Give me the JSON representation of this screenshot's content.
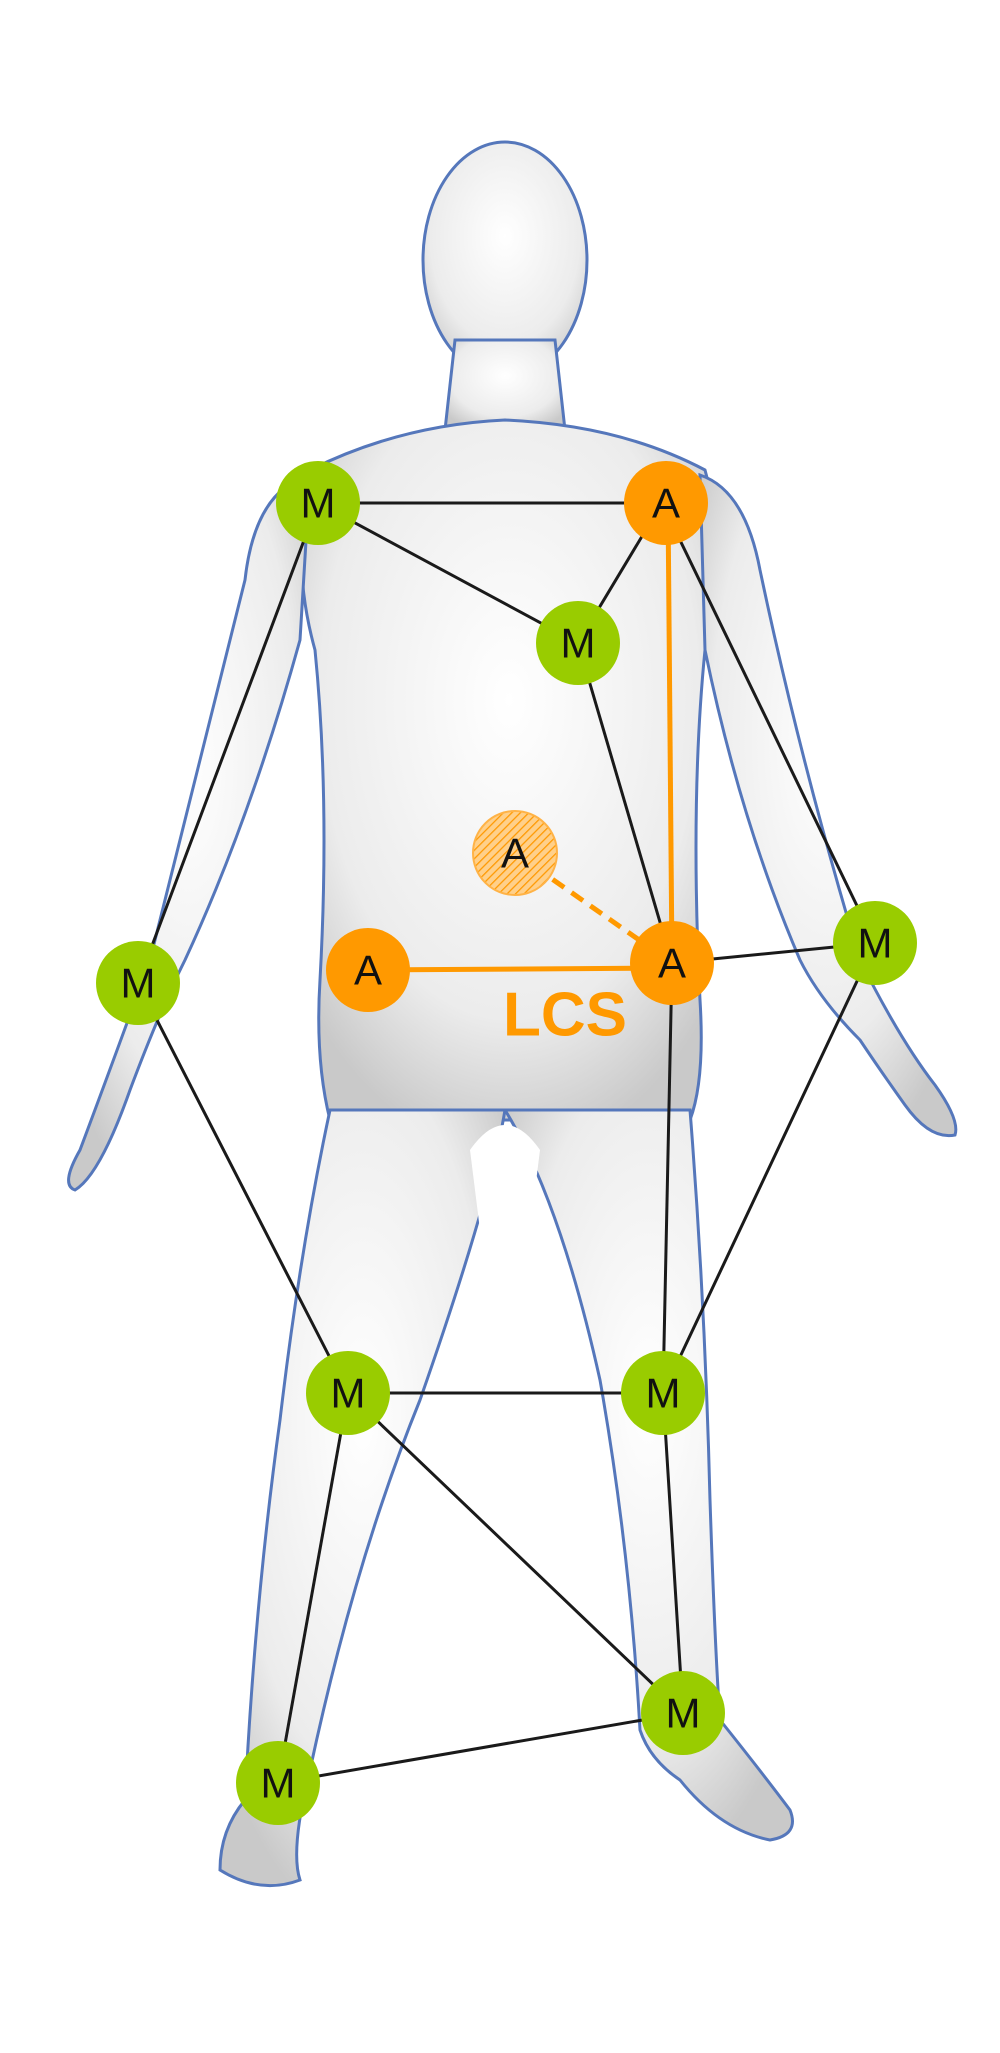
{
  "colors": {
    "marker_fill": "#99cc00",
    "anatomical_fill": "#ff9900",
    "link_line": "#1a1a1a",
    "lcs_line": "#ff9900",
    "body_fill": "#eeeeee",
    "body_outline": "#5577bb"
  },
  "markers": {
    "label": "M"
  },
  "anatomical": {
    "label": "A"
  },
  "lcs": {
    "label": "LCS"
  },
  "figure": {
    "subject": "human-body-scan"
  }
}
